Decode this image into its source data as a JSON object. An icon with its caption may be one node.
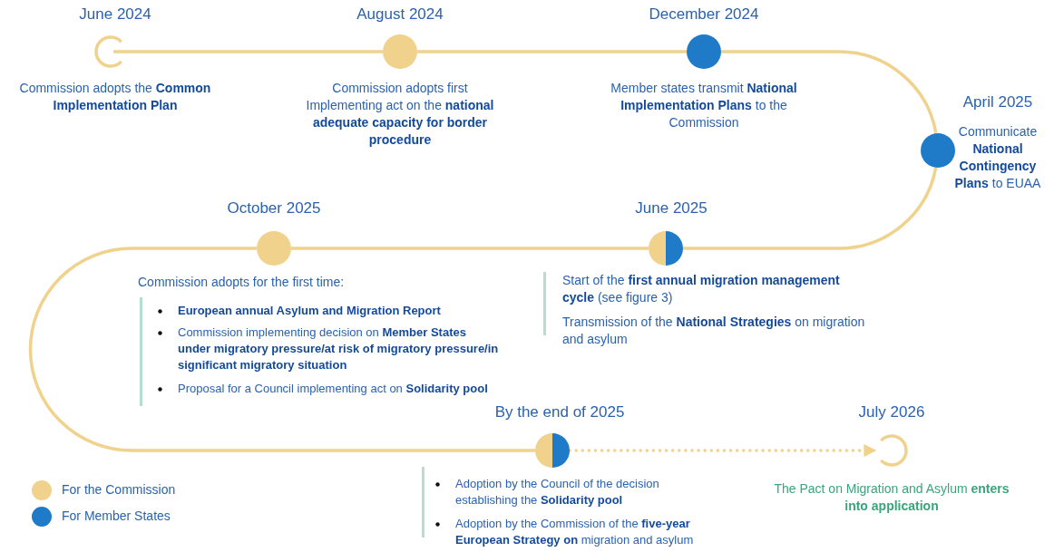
{
  "diagram": {
    "nodes": [
      {
        "text": [],
        "shape": "circle",
        "beside": [
          "June 2024",
          "Commission adopts the **Common Implementation Plan**"
        ]
      },
      {
        "text": [],
        "shape": "circle",
        "beside": [
          "August 2024",
          "Commission adopts first Implementing act on the **national adequate capacity for border procedure**"
        ]
      },
      {
        "text": [],
        "shape": "circle",
        "beside": [
          "December 2024",
          "Member states transmit **National Implementation Plans** to the Commission"
        ]
      },
      {
        "text": [],
        "shape": "circle",
        "beside": [
          "April 2025",
          "Communicate **National Contingency Plans** to EUAA"
        ]
      },
      {
        "text": [],
        "shape": "circle",
        "beside": [
          "June 2025",
          "Start of the **first annual migration management cycle** (see figure 3)",
          "Transmission of the **National Strategies** on migration and asylum"
        ]
      },
      {
        "text": [],
        "shape": "circle",
        "beside": [
          "October 2025",
          "Commission adopts for the first time:",
          "**European annual Asylum and Migration Report**",
          "Commission implementing decision on **Member States under migratory pressure/at risk of migratory pressure/in significant migratory situation**",
          "Proposal for a Council implementing act on **Solidarity pool**"
        ]
      },
      {
        "text": [],
        "shape": "circle",
        "beside": [
          "By the end of 2025",
          "Adoption by the Council of the decision establishing the **Solidarity pool**",
          "Adoption by the Commission of the **five-year European Strategy on** migration and asylum"
        ]
      },
      {
        "text": [],
        "shape": "circle",
        "beside": [
          "July 2026",
          "The Pact on Migration and Asylum **enters into application**"
        ]
      }
    ],
    "edges": [
      {
        "from": 0,
        "to": 1,
        "arrow": "none"
      },
      {
        "from": 1,
        "to": 2,
        "arrow": "none"
      },
      {
        "from": 2,
        "to": 3,
        "arrow": "none"
      },
      {
        "from": 3,
        "to": 4,
        "arrow": "none"
      },
      {
        "from": 4,
        "to": 5,
        "arrow": "none"
      },
      {
        "from": 5,
        "to": 6,
        "arrow": "none"
      },
      {
        "from": 6,
        "to": 7,
        "arrow": "to",
        "style": "dashed"
      }
    ],
    "legend": [
      {
        "text": "For the Commission",
        "color": "#f0d28c"
      },
      {
        "text": "For Member States",
        "color": "#1f7bc8"
      }
    ]
  }
}
